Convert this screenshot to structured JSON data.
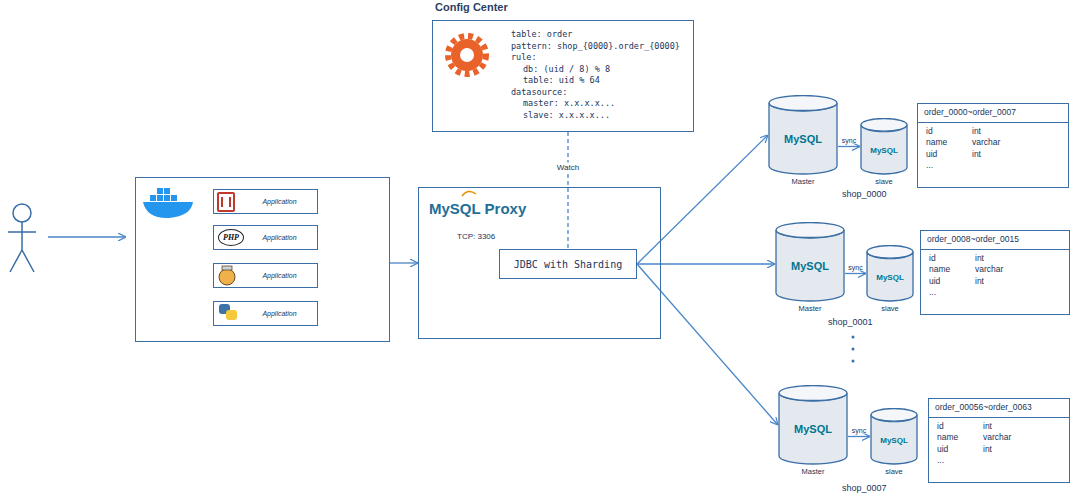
{
  "diagram": {
    "nodes": [
      {
        "text": []
      },
      {
        "text": [
          "Application"
        ],
        "in": 0
      },
      {
        "text": [
          "PHP",
          "Application"
        ],
        "in": 0
      },
      {
        "text": [
          "Application"
        ],
        "in": 0
      },
      {
        "text": [
          "Application"
        ],
        "in": 0
      },
      {
        "text": [
          "Config Center",
          "table: order",
          "pattern: shop_{0000}.order_{0000}",
          "rule:",
          "db: (uid / 8) % 8",
          "table: uid % 64",
          "datasource:",
          "master: x.x.x.x...",
          "slave: x.x.x.x..."
        ]
      },
      {
        "text": [
          "MySQL Proxy",
          "TCP: 3306"
        ]
      },
      {
        "text": [
          "JDBC with Sharding"
        ],
        "in": 6
      },
      {
        "text": [
          "MySQL",
          "Master"
        ]
      },
      {
        "text": [
          "MySQL",
          "slave"
        ]
      },
      {
        "text": [
          "order_0000~order_0007",
          "id",
          "int",
          "name",
          "varchar",
          "uid",
          "int",
          "..."
        ]
      },
      {
        "text": [
          "MySQL",
          "Master"
        ]
      },
      {
        "text": [
          "MySQL",
          "slave"
        ]
      },
      {
        "text": [
          "order_0008~order_0015",
          "id",
          "int",
          "name",
          "varchar",
          "uid",
          "int",
          "..."
        ]
      },
      {
        "text": [
          "MySQL",
          "Master"
        ]
      },
      {
        "text": [
          "MySQL",
          "slave"
        ]
      },
      {
        "text": [
          "order_00056~order_0063",
          "id",
          "int",
          "name",
          "varchar",
          "uid",
          "int",
          "..."
        ]
      }
    ],
    "edges": [
      {
        "from": 0,
        "to": 6,
        "arrow": "to"
      },
      {
        "from": 5,
        "to": 7,
        "label": "Watch",
        "arrow": "none"
      },
      {
        "from": 7,
        "to": 8,
        "arrow": "to"
      },
      {
        "from": 8,
        "to": 9,
        "label": "sync",
        "arrow": "to"
      },
      {
        "from": 7,
        "to": 11,
        "arrow": "to"
      },
      {
        "from": 11,
        "to": 12,
        "label": "sync",
        "arrow": "to"
      },
      {
        "from": 7,
        "to": 14,
        "arrow": "to"
      },
      {
        "from": 14,
        "to": 15,
        "label": "sync",
        "arrow": "to"
      }
    ],
    "labels": [
      "shop_0000",
      "shop_0001",
      "shop_0007"
    ]
  }
}
